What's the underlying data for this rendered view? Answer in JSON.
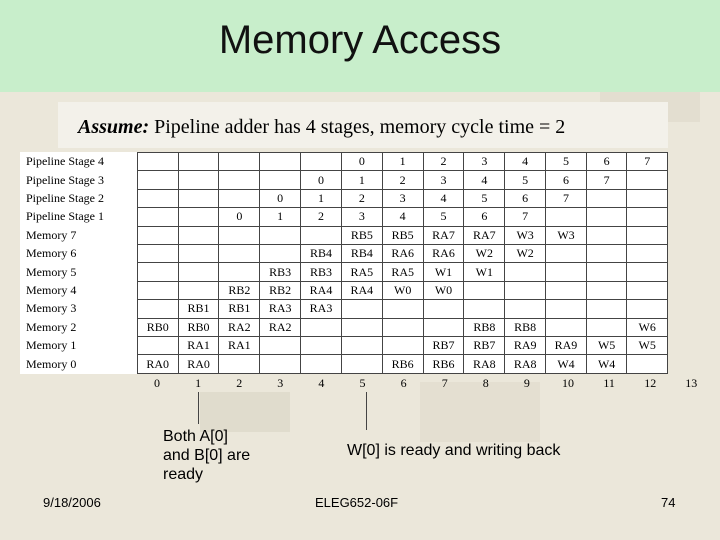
{
  "slide": {
    "title": "Memory Access",
    "subtitle_emphasis": "Assume:",
    "subtitle_rest": " Pipeline adder has 4 stages, memory cycle time = 2"
  },
  "table": {
    "rows": [
      {
        "label": "Pipeline Stage 4",
        "cells": [
          "",
          "",
          "",
          "",
          "",
          "0",
          "1",
          "2",
          "3",
          "4",
          "5",
          "6",
          "7"
        ]
      },
      {
        "label": "Pipeline Stage 3",
        "cells": [
          "",
          "",
          "",
          "",
          "0",
          "1",
          "2",
          "3",
          "4",
          "5",
          "6",
          "7",
          ""
        ]
      },
      {
        "label": "Pipeline Stage 2",
        "cells": [
          "",
          "",
          "",
          "0",
          "1",
          "2",
          "3",
          "4",
          "5",
          "6",
          "7",
          "",
          ""
        ]
      },
      {
        "label": "Pipeline Stage 1",
        "cells": [
          "",
          "",
          "0",
          "1",
          "2",
          "3",
          "4",
          "5",
          "6",
          "7",
          "",
          "",
          ""
        ]
      },
      {
        "label": "Memory 7",
        "cells": [
          "",
          "",
          "",
          "",
          "",
          "RB5",
          "RB5",
          "RA7",
          "RA7",
          "W3",
          "W3",
          "",
          ""
        ]
      },
      {
        "label": "Memory 6",
        "cells": [
          "",
          "",
          "",
          "",
          "RB4",
          "RB4",
          "RA6",
          "RA6",
          "W2",
          "W2",
          "",
          "",
          ""
        ]
      },
      {
        "label": "Memory 5",
        "cells": [
          "",
          "",
          "",
          "RB3",
          "RB3",
          "RA5",
          "RA5",
          "W1",
          "W1",
          "",
          "",
          "",
          ""
        ]
      },
      {
        "label": "Memory 4",
        "cells": [
          "",
          "",
          "RB2",
          "RB2",
          "RA4",
          "RA4",
          "W0",
          "W0",
          "",
          "",
          "",
          "",
          ""
        ]
      },
      {
        "label": "Memory 3",
        "cells": [
          "",
          "RB1",
          "RB1",
          "RA3",
          "RA3",
          "",
          "",
          "",
          "",
          "",
          "",
          "",
          ""
        ]
      },
      {
        "label": "Memory 2",
        "cells": [
          "RB0",
          "RB0",
          "RA2",
          "RA2",
          "",
          "",
          "",
          "",
          "RB8",
          "RB8",
          "",
          "",
          "W6"
        ]
      },
      {
        "label": "Memory 1",
        "cells": [
          "",
          "RA1",
          "RA1",
          "",
          "",
          "",
          "",
          "RB7",
          "RB7",
          "RA9",
          "RA9",
          "W5",
          "W5"
        ]
      },
      {
        "label": "Memory 0",
        "cells": [
          "RA0",
          "RA0",
          "",
          "",
          "",
          "",
          "RB6",
          "RB6",
          "RA8",
          "RA8",
          "W4",
          "W4",
          ""
        ]
      }
    ],
    "axis": [
      "0",
      "1",
      "2",
      "3",
      "4",
      "5",
      "6",
      "7",
      "8",
      "9",
      "10",
      "11",
      "12",
      "13"
    ]
  },
  "notes": {
    "left_line1": "Both A[0]",
    "left_line2": "and B[0] are",
    "left_line3": "ready",
    "right": "W[0] is ready and writing back"
  },
  "footer": {
    "date": "9/18/2006",
    "course": "ELEG652-06F",
    "page": "74"
  }
}
